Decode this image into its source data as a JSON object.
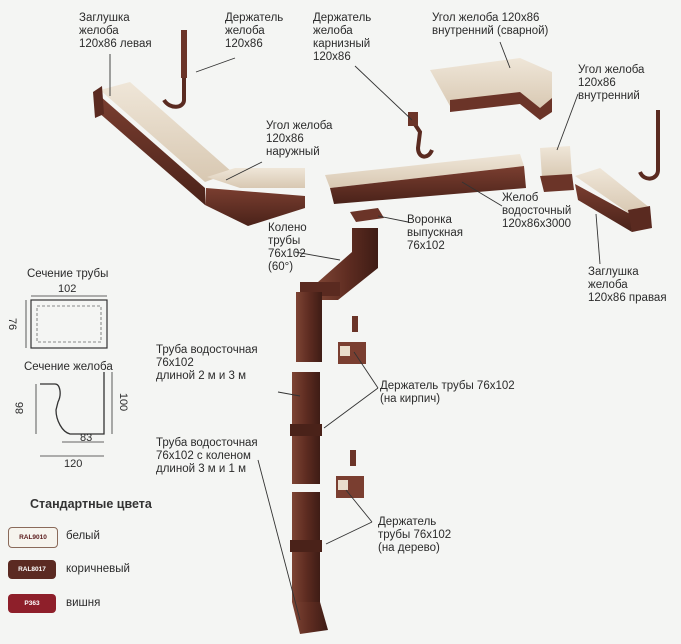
{
  "labels": {
    "end_cap_left": "Заглушка\nжелоба\n120x86 левая",
    "gutter_holder": "Держатель\nжелоба\n120x86",
    "fascia_holder": "Держатель\nжелоба\nкарнизный\n120x86",
    "inner_corner_welded": "Угол желоба 120x86\nвнутренний (сварной)",
    "inner_corner": "Угол желоба\n120x86\nвнутренний",
    "outer_corner": "Угол желоба\n120x86\nнаружный",
    "gutter": "Желоб\nводосточный\n120x86x3000",
    "outlet": "Воронка\nвыпускная\n76x102",
    "elbow": "Колено\nтрубы\n76x102\n(60°)",
    "end_cap_right": "Заглушка\nжелоба\n120x86 правая",
    "downpipe": "Труба водосточная\n76x102\nдлиной 2 м и 3 м",
    "downpipe_elbow": "Труба водосточная\n76x102 с коленом\nдлиной 3 м и 1 м",
    "pipe_holder_brick": "Держатель трубы 76x102\n(на кирпич)",
    "pipe_holder_wood": "Держатель\nтрубы 76x102\n(на дерево)"
  },
  "pipe_section": {
    "title": "Сечение трубы",
    "width": "102",
    "height": "76"
  },
  "gutter_section": {
    "title": "Сечение желоба",
    "left_height": "86",
    "right_height": "100",
    "bottom_inner": "83",
    "bottom_total": "120"
  },
  "legend": {
    "title": "Стандартные цвета",
    "items": [
      {
        "code": "RAL9010",
        "name": "белый",
        "color": "#f6f4ee",
        "text_color": "#5a1a1a"
      },
      {
        "code": "RAL8017",
        "name": "коричневый",
        "color": "#5b2a22",
        "text_color": "#ffffff"
      },
      {
        "code": "P363",
        "name": "вишня",
        "color": "#8e1f2a",
        "text_color": "#ffffff"
      }
    ]
  },
  "colors": {
    "gutter_brown": "#6b3428",
    "gutter_light": "#e9dccb",
    "leader": "#333333"
  }
}
